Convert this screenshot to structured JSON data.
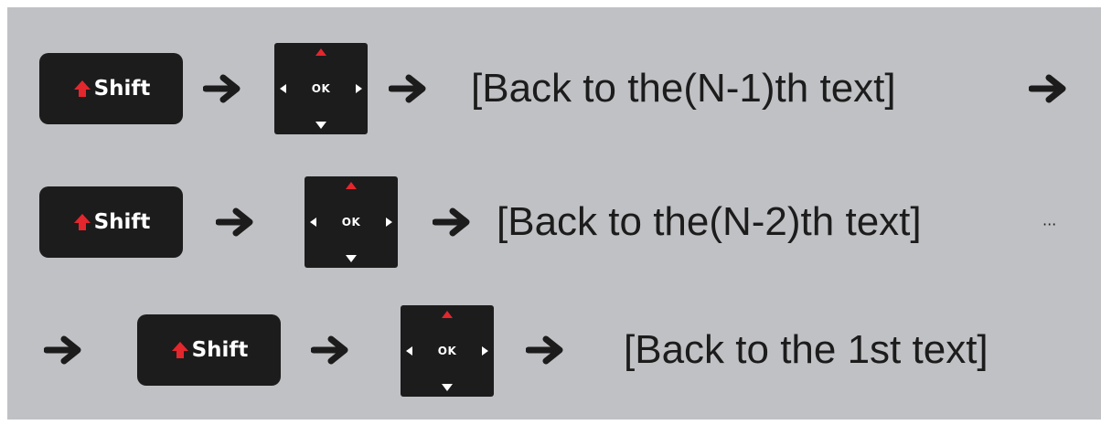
{
  "keys": {
    "shift_label": "Shift",
    "ok_label": "OK"
  },
  "rows": [
    {
      "text": "[Back to the(N-1)th text]"
    },
    {
      "text": "[Back to the(N-2)th text]",
      "continuation": "···"
    },
    {
      "text": "[Back to the 1st text]"
    }
  ],
  "colors": {
    "background": "#c0c1c4",
    "key": "#1c1c1c",
    "accent": "#e4262d",
    "text": "#1c1c1c"
  },
  "icons": [
    "shift-up-arrow-icon",
    "dpad-up-icon",
    "dpad-down-icon",
    "dpad-left-icon",
    "dpad-right-icon",
    "right-arrow-icon"
  ]
}
